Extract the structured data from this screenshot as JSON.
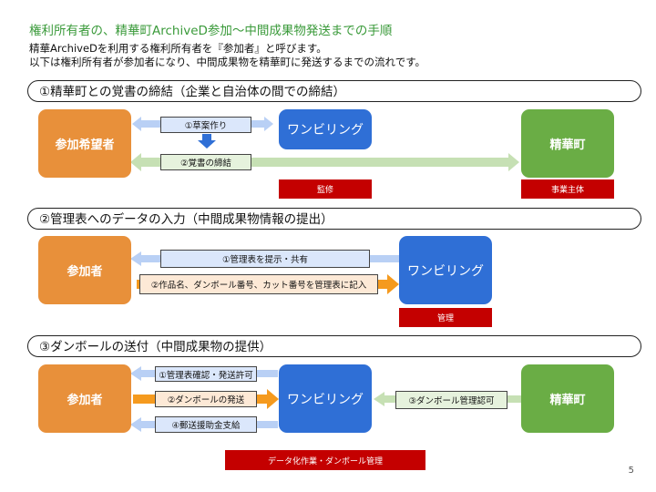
{
  "title": "権利所有者の、精華町ArchiveD参加〜中間成果物発送までの手順",
  "intro": {
    "line1": "精華ArchiveDを利用する権利所有者を『参加者』と呼びます。",
    "line2": "以下は権利所有者が参加者になり、中間成果物を精華町に発送するまでの流れです。"
  },
  "sections": [
    {
      "heading": "①精華町との覚書の締結（企業と自治体の間での締結）",
      "participant": "参加希望者",
      "company": "ワンビリング",
      "town": "精華町",
      "step1": "①草案作り",
      "step2": "②覚書の締結",
      "company_role": "監修",
      "town_role": "事業主体"
    },
    {
      "heading": "②管理表へのデータの入力（中間成果物情報の提出）",
      "participant": "参加者",
      "company": "ワンビリング",
      "step1": "①管理表を提示・共有",
      "step2": "②作品名、ダンボール番号、カット番号を管理表に記入",
      "company_role": "管理"
    },
    {
      "heading": "③ダンボールの送付（中間成果物の提供）",
      "participant": "参加者",
      "company": "ワンビリング",
      "town": "精華町",
      "step1": "①管理表確認・発送許可",
      "step2": "②ダンボールの発送",
      "step3": "③ダンボール管理認可",
      "step4": "④郵送援助金支給",
      "company_role": "データ化作業・ダンボール管理"
    }
  ],
  "colors": {
    "title_green": "#3a9a3a",
    "participant_orange": "#e8903a",
    "company_blue": "#2f6fd6",
    "town_green": "#6aad45",
    "role_red": "#c40000"
  },
  "page_number": "5"
}
